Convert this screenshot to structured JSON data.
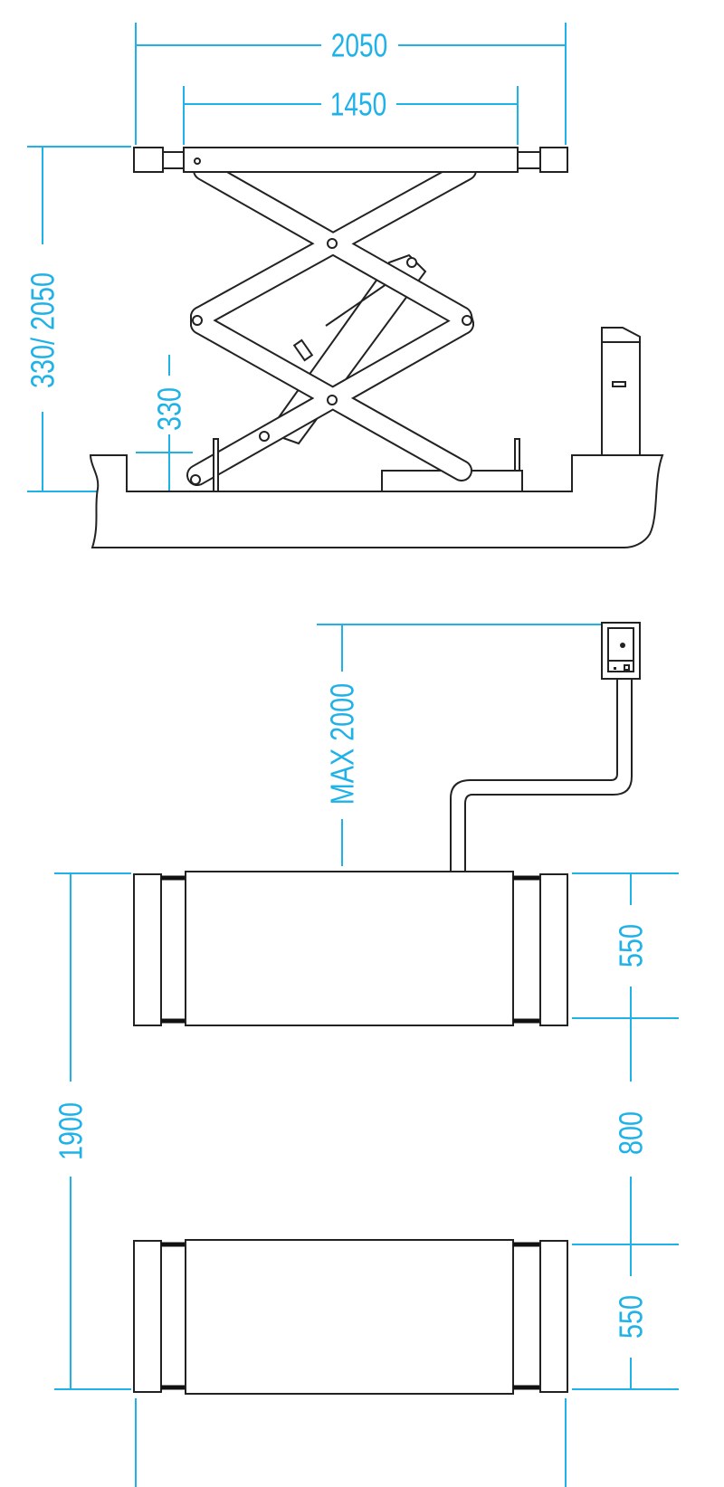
{
  "colors": {
    "dimension": "#1fb2e8",
    "outline": "#222222"
  },
  "side_view": {
    "overall_length_label": "2050",
    "platform_length_label": "1450",
    "height_range_label": "330/ 2050",
    "min_height_label": "330"
  },
  "top_view": {
    "control_cable_label": "MAX 2000",
    "overall_width_label": "1900",
    "platform_width_top_label": "550",
    "gap_label": "800",
    "platform_width_bottom_label": "550"
  }
}
